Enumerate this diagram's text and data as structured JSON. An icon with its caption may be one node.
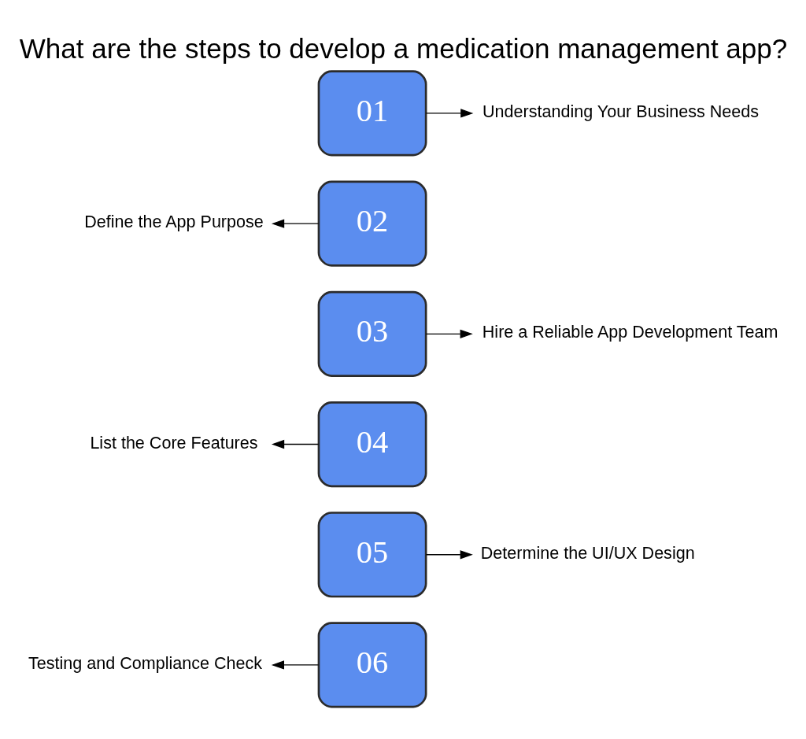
{
  "diagram": {
    "title": "What are the steps to develop a medication management app?",
    "nodes": [
      {
        "text": [
          "01"
        ]
      },
      {
        "text": [
          "Understanding Your Business Needs"
        ]
      },
      {
        "text": [
          "Define the App Purpose"
        ]
      },
      {
        "text": [
          "02"
        ]
      },
      {
        "text": [
          "03"
        ]
      },
      {
        "text": [
          "Hire a Reliable App Development Team"
        ]
      },
      {
        "text": [
          "List the Core Features"
        ]
      },
      {
        "text": [
          "04"
        ]
      },
      {
        "text": [
          "05"
        ]
      },
      {
        "text": [
          "Determine the UI/UX Design"
        ]
      },
      {
        "text": [
          "Testing and Compliance Check"
        ]
      },
      {
        "text": [
          "06"
        ]
      }
    ],
    "edges": [
      {
        "from": 0,
        "to": 1,
        "arrow": "to"
      },
      {
        "from": 3,
        "to": 2,
        "arrow": "to"
      },
      {
        "from": 4,
        "to": 5,
        "arrow": "to"
      },
      {
        "from": 7,
        "to": 6,
        "arrow": "to"
      },
      {
        "from": 8,
        "to": 9,
        "arrow": "to"
      },
      {
        "from": 11,
        "to": 10,
        "arrow": "to"
      }
    ]
  }
}
